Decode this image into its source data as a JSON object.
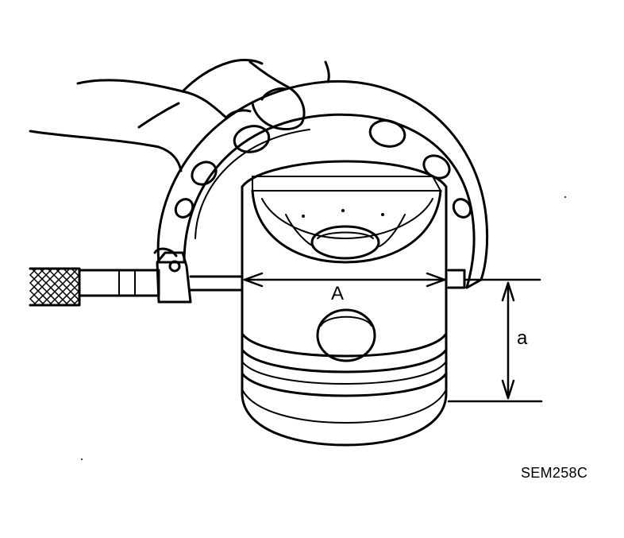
{
  "labels": {
    "diameter": "A",
    "height": "a",
    "figure_code": "SEM258C"
  },
  "colors": {
    "ink": "#000000",
    "paper": "#ffffff"
  },
  "icons": [
    "hand-icon",
    "micrometer-icon",
    "piston-icon"
  ]
}
